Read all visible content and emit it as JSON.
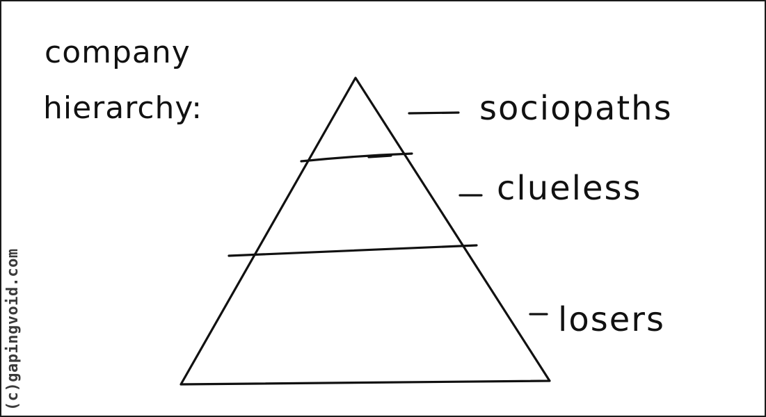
{
  "title": {
    "line1": "company",
    "line2": "hierarchy:"
  },
  "tiers": [
    {
      "label": "sociopaths"
    },
    {
      "label": "clueless"
    },
    {
      "label": "losers"
    }
  ],
  "credit": "(c)gapingvoid.com"
}
